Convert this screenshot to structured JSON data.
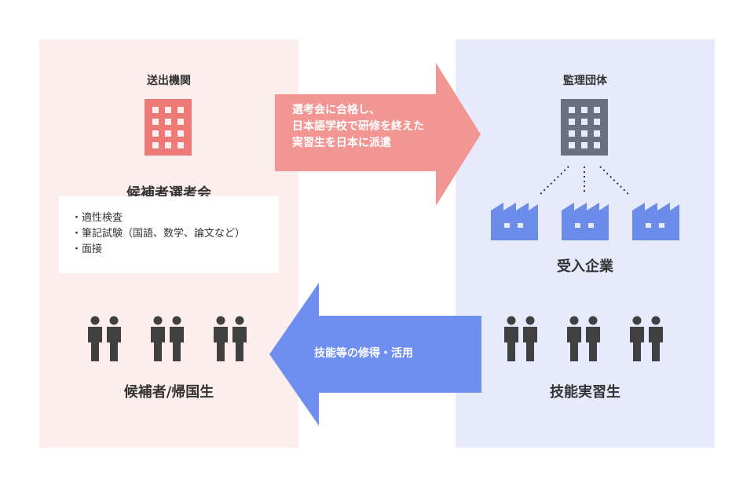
{
  "sending_org": {
    "title": "送出機関",
    "selection_title": "候補者選考会",
    "selection_items": [
      "・適性検査",
      "・筆記試験（国語、数学、論文など）",
      "・面接"
    ],
    "people_title": "候補者/帰国生"
  },
  "supervising_org": {
    "title": "監理団体",
    "companies_title": "受入企業",
    "people_title": "技能実習生"
  },
  "arrow_right": {
    "lines": [
      "選考会に合格し、",
      "日本語学校で研修を終えた",
      "実習生を日本に派遣"
    ]
  },
  "arrow_left": {
    "text": "技能等の修得・活用"
  },
  "colors": {
    "left_bg": "#fdeeee",
    "right_bg": "#e6eafb",
    "building_red": "#ee7a78",
    "building_gray": "#6b6f80",
    "factory_blue": "#6b8ce8",
    "arrow_red": "#f29694",
    "arrow_blue": "#6e8ff0",
    "person": "#404040"
  },
  "icons": {
    "sending_building": "building-icon",
    "supervising_building": "building-icon",
    "factory": "factory-icon",
    "person": "person-icon"
  }
}
